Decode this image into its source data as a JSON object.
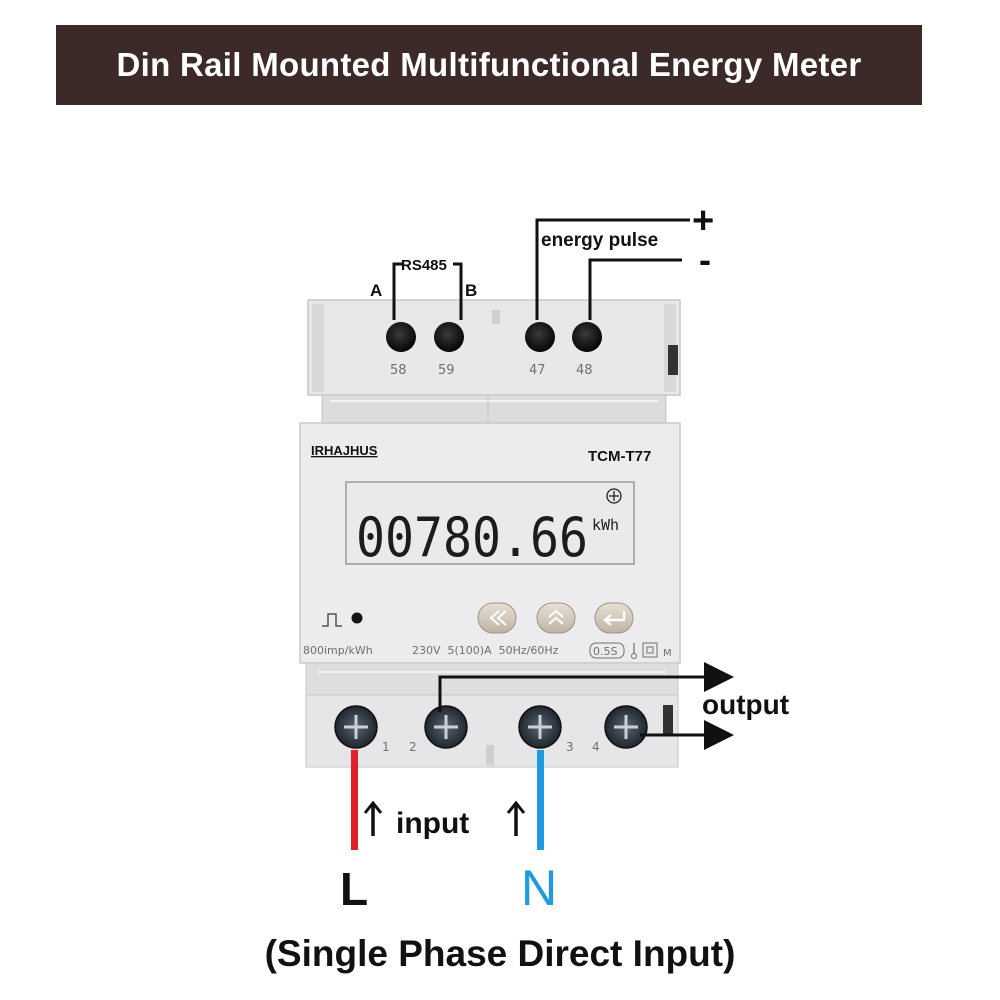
{
  "title": "Din Rail Mounted Multifunctional Energy Meter",
  "subtitle": "(Single Phase Direct Input)",
  "labels": {
    "rs485": "RS485",
    "terminal_a": "A",
    "terminal_b": "B",
    "energy_pulse": "energy pulse",
    "plus": "+",
    "minus": "-",
    "output": "output",
    "input": "input",
    "line": "L",
    "neutral": "N"
  },
  "meter": {
    "brand": "IRHAJHUS",
    "model": "TCM-T77",
    "reading": "00780.66",
    "unit": "kWh",
    "impulse_rate": "800imp/kWh",
    "rating": "230V  5(100)A  50Hz/60Hz",
    "accuracy": "0.5S",
    "mode_mark": "M",
    "top_terminals": [
      "58",
      "59",
      "47",
      "48"
    ],
    "bottom_terminals": [
      "1",
      "2",
      "3",
      "4"
    ]
  },
  "colors": {
    "banner": "#3b2a27",
    "line_wire": "#e0202c",
    "neutral_wire": "#1e9be0",
    "meter_body": "#e6e6e8",
    "lcd": "#e9eaec"
  }
}
